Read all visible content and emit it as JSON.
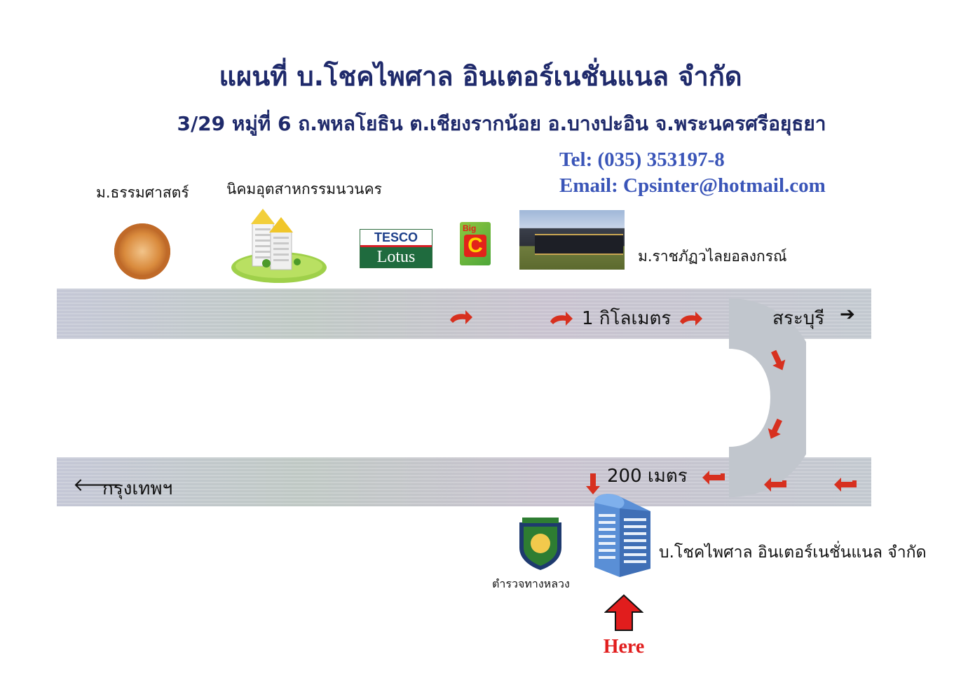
{
  "title": "แผนที่ บ.โชคไพศาล อินเตอร์เนชั่นแนล จำกัด",
  "address": "3/29 หมู่ที่ 6 ถ.พหลโยธิน ต.เชียงรากน้อย อ.บางปะอิน จ.พระนครศรีอยุธยา",
  "contact": {
    "tel": "Tel: (035) 353197-8",
    "email": "Email: Cpsinter@hotmail.com"
  },
  "landmarks": {
    "thammasat": "ม.ธรรมศาสตร์",
    "navanakorn": "นิคมอุตสาหกรรมนวนคร",
    "valaya": "ม.ราชภัฏวไลยอลงกรณ์",
    "highway_police": "ตำรวจทางหลวง",
    "company": "บ.โชคไพศาล อินเตอร์เนชั่นแนล จำกัด"
  },
  "logos": {
    "tesco_top": "TESCO",
    "tesco_bottom": "Lotus",
    "bigc_small": "Big",
    "bigc_letter": "C"
  },
  "roads": {
    "distance_top": "1 กิโลเมตร",
    "distance_bottom": "200 เมตร",
    "to_saraburi": "สระบุรี",
    "to_bangkok": "กรุงเทพฯ"
  },
  "marker": {
    "label": "Here",
    "color": "#e11d1d"
  },
  "colors": {
    "title": "#1f2a6b",
    "contact": "#3a55b8",
    "route_arrow": "#d7301f"
  }
}
